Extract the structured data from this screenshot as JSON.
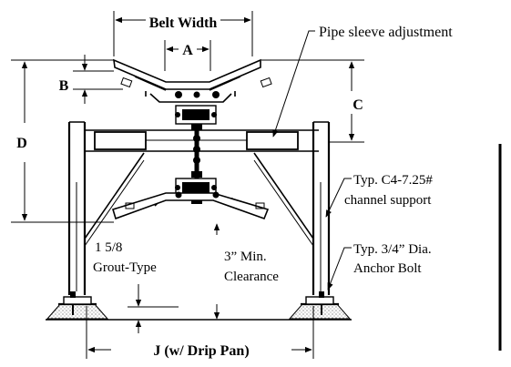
{
  "labels": {
    "belt_width": "Belt Width",
    "a": "A",
    "b": "B",
    "c": "C",
    "d": "D",
    "pipe_sleeve": "Pipe sleeve adjustment",
    "channel_line1": "Typ. C4-7.25#",
    "channel_line2": "channel support",
    "grout_line1": "1 5/8",
    "grout_line2": "Grout-Type",
    "clearance_line1": "3” Min.",
    "clearance_line2": "Clearance",
    "anchor_line1": "Typ. 3/4” Dia.",
    "anchor_line2": "Anchor Bolt",
    "j_drip": "J (w/ Drip Pan)"
  },
  "colors": {
    "ink": "#000000",
    "frame_fill": "#ffffff",
    "hatch": "#555555"
  }
}
